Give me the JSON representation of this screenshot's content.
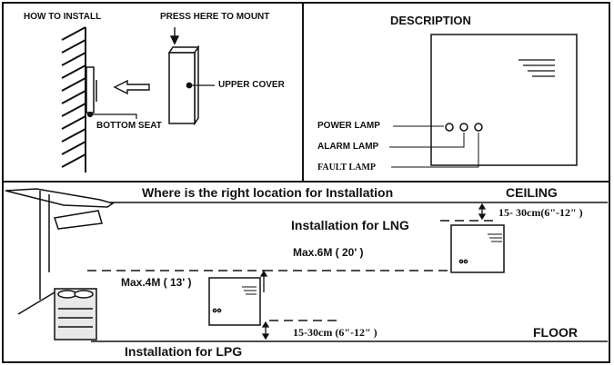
{
  "install": {
    "how_to_install": "HOW TO INSTALL",
    "press_here": "PRESS HERE TO MOUNT",
    "upper_cover": "UPPER COVER",
    "bottom_seat": "BOTTOM SEAT"
  },
  "description": {
    "title": "DESCRIPTION",
    "power_lamp": "POWER LAMP",
    "alarm_lamp": "ALARM LAMP",
    "fault_lamp": "FAULT LAMP"
  },
  "location": {
    "title": "Where is the right location for Installation",
    "ceiling": "CEILING",
    "floor": "FLOOR",
    "lng_label": "Installation for LNG",
    "lng_max": "Max.6M ( 20' )",
    "lng_gap": "15- 30cm(6\"-12\" )",
    "lpg_max": "Max.4M ( 13' )",
    "lpg_gap": "15-30cm (6\"-12\" )",
    "lpg_label": "Installation for LPG"
  }
}
